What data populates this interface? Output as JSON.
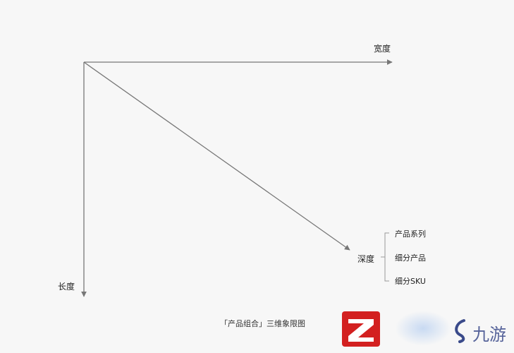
{
  "diagram": {
    "axes": {
      "width_label": "宽度",
      "length_label": "长度",
      "depth_label": "深度"
    },
    "depth_items": [
      "产品系列",
      "细分产品",
      "细分SKU"
    ],
    "caption": "「产品组合」三维象限图"
  },
  "watermark": {
    "brand_text": "九游",
    "colors": {
      "logo_red": "#d32020",
      "brand_blue": "#3a4a8a"
    }
  }
}
